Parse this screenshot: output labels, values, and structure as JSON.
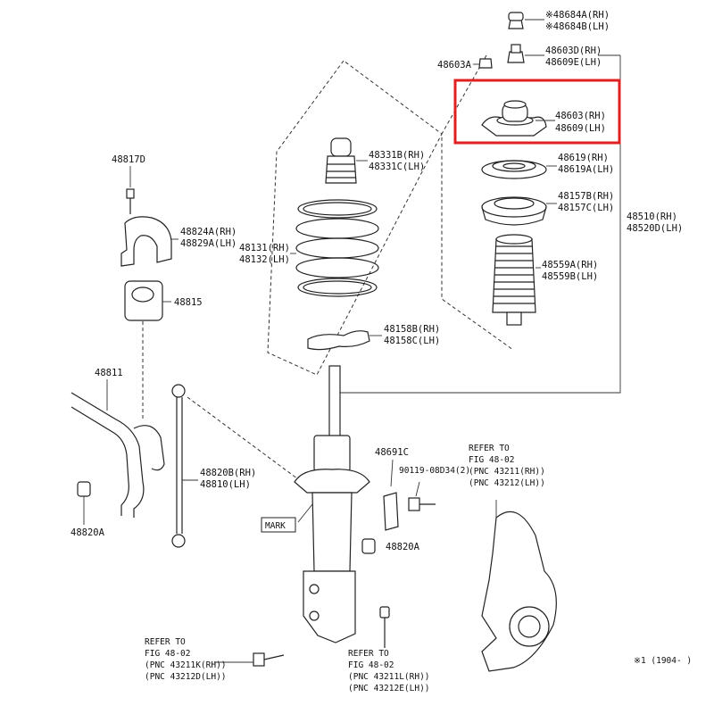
{
  "labels": {
    "p48684A": "※48684A(RH)",
    "p48684B": "※48684B(LH)",
    "p48603D": "48603D(RH)",
    "p48609E": "48609E(LH)",
    "p48603A": "48603A",
    "p48603": "48603(RH)",
    "p48609": "48609(LH)",
    "p48619": "48619(RH)",
    "p48619A": "48619A(LH)",
    "p48157B": "48157B(RH)",
    "p48157C": "48157C(LH)",
    "p48510": "48510(RH)",
    "p48520D": "48520D(LH)",
    "p48559A": "48559A(RH)",
    "p48559B": "48559B(LH)",
    "p48331B": "48331B(RH)",
    "p48331C": "48331C(LH)",
    "p48131": "48131(RH)",
    "p48132": "48132(LH)",
    "p48158B": "48158B(RH)",
    "p48158C": "48158C(LH)",
    "p48817D": "48817D",
    "p48824A": "48824A(RH)",
    "p48829A": "48829A(LH)",
    "p48815": "48815",
    "p48811": "48811",
    "p48820B": "48820B(RH)",
    "p48810": "48810(LH)",
    "p48820A_left": "48820A",
    "p48820A_right": "48820A",
    "p48691C": "48691C",
    "p90119": "90119-08D34(2)",
    "mark": "MARK",
    "refer1": [
      "REFER TO",
      "FIG 48-02",
      "(PNC 43211(RH))",
      "(PNC 43212(LH))"
    ],
    "refer2": [
      "REFER TO",
      "FIG 48-02",
      "(PNC 43211K(RH))",
      "(PNC 43212D(LH))"
    ],
    "refer3": [
      "REFER TO",
      "FIG 48-02",
      "(PNC 43211L(RH))",
      "(PNC 43212E(LH))"
    ],
    "footnote": "※1 (1904-    )"
  },
  "highlight_color": "#e02020"
}
